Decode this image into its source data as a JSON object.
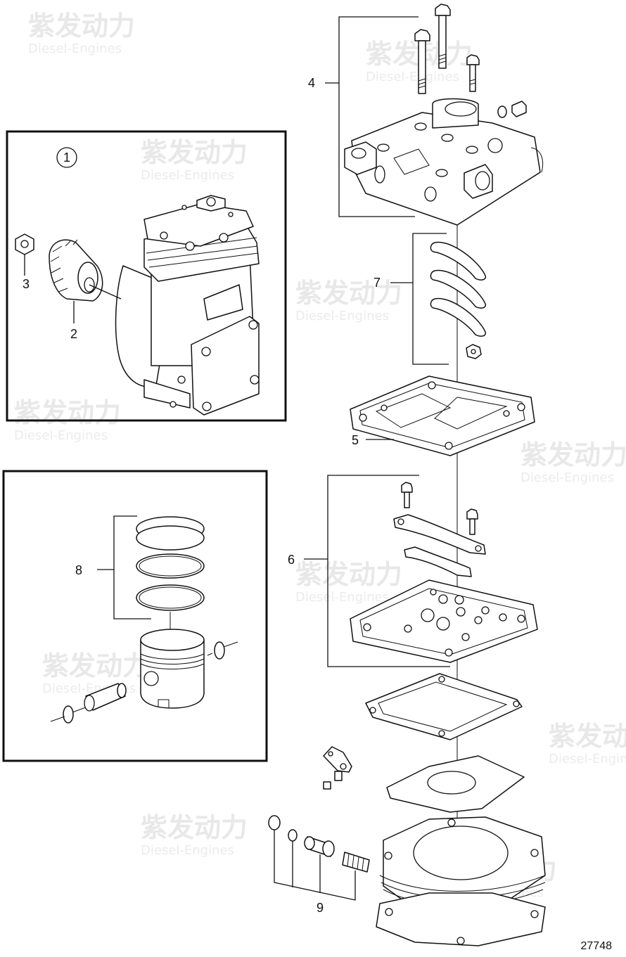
{
  "watermark": {
    "brand_cn": "紫发动力",
    "brand_en": "Diesel-Engines"
  },
  "callouts": {
    "c1": "1",
    "c2": "2",
    "c3": "3",
    "c4": "4",
    "c5": "5",
    "c6": "6",
    "c7": "7",
    "c8": "8",
    "c9": "9"
  },
  "figure_number": "27748"
}
